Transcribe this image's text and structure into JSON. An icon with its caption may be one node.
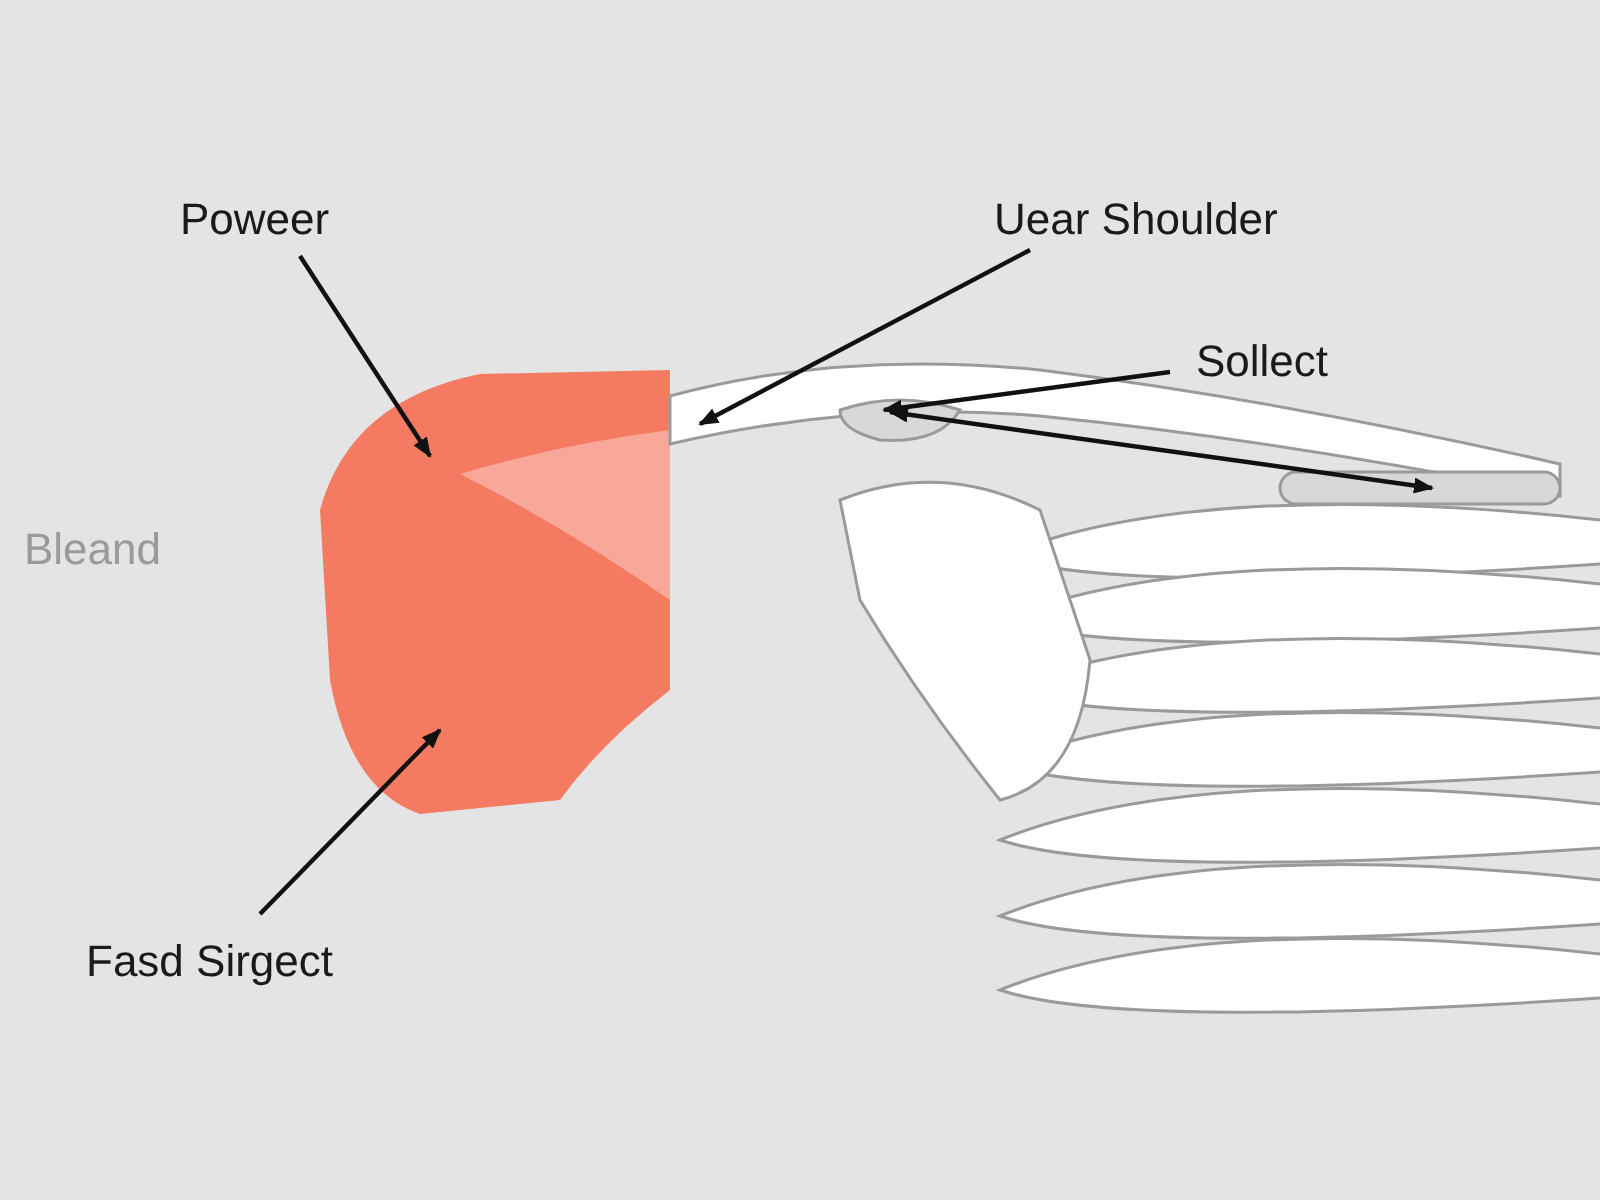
{
  "diagram": {
    "nodes": [
      {
        "text": [
          "Poweer"
        ]
      },
      {
        "text": [
          "Uear Shoulder"
        ]
      },
      {
        "text": [
          "Sollect"
        ]
      },
      {
        "text": [
          "Fasd Sirgect"
        ]
      },
      {
        "text": [],
        "shape": "picture"
      },
      {
        "text": [],
        "shape": "picture"
      },
      {
        "text": [],
        "shape": "picture"
      },
      {
        "text": [],
        "shape": "bar"
      }
    ],
    "edges": [
      {
        "from": 0,
        "to": 4,
        "arrow": "to"
      },
      {
        "from": 1,
        "to": 5,
        "arrow": "to"
      },
      {
        "from": 2,
        "to": 6,
        "arrow": "to"
      },
      {
        "from": 6,
        "to": 7,
        "arrow": "both"
      },
      {
        "from": 3,
        "to": 4,
        "arrow": "to"
      }
    ],
    "labels": [
      "Bleand"
    ]
  }
}
